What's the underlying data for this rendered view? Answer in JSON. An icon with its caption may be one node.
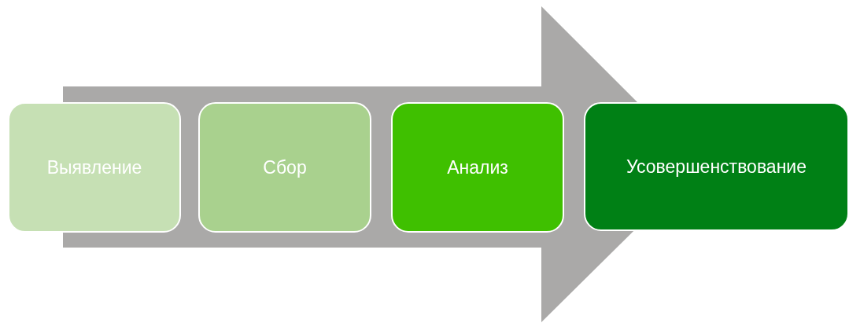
{
  "diagram": {
    "nodes": [
      {
        "text": [
          "Выявление"
        ]
      },
      {
        "text": [
          "Сбор"
        ]
      },
      {
        "text": [
          "Анализ"
        ]
      },
      {
        "text": [
          "Усовершенствование"
        ]
      }
    ],
    "edges": [
      {
        "from": 0,
        "to": 3,
        "arrow": "to"
      }
    ]
  }
}
